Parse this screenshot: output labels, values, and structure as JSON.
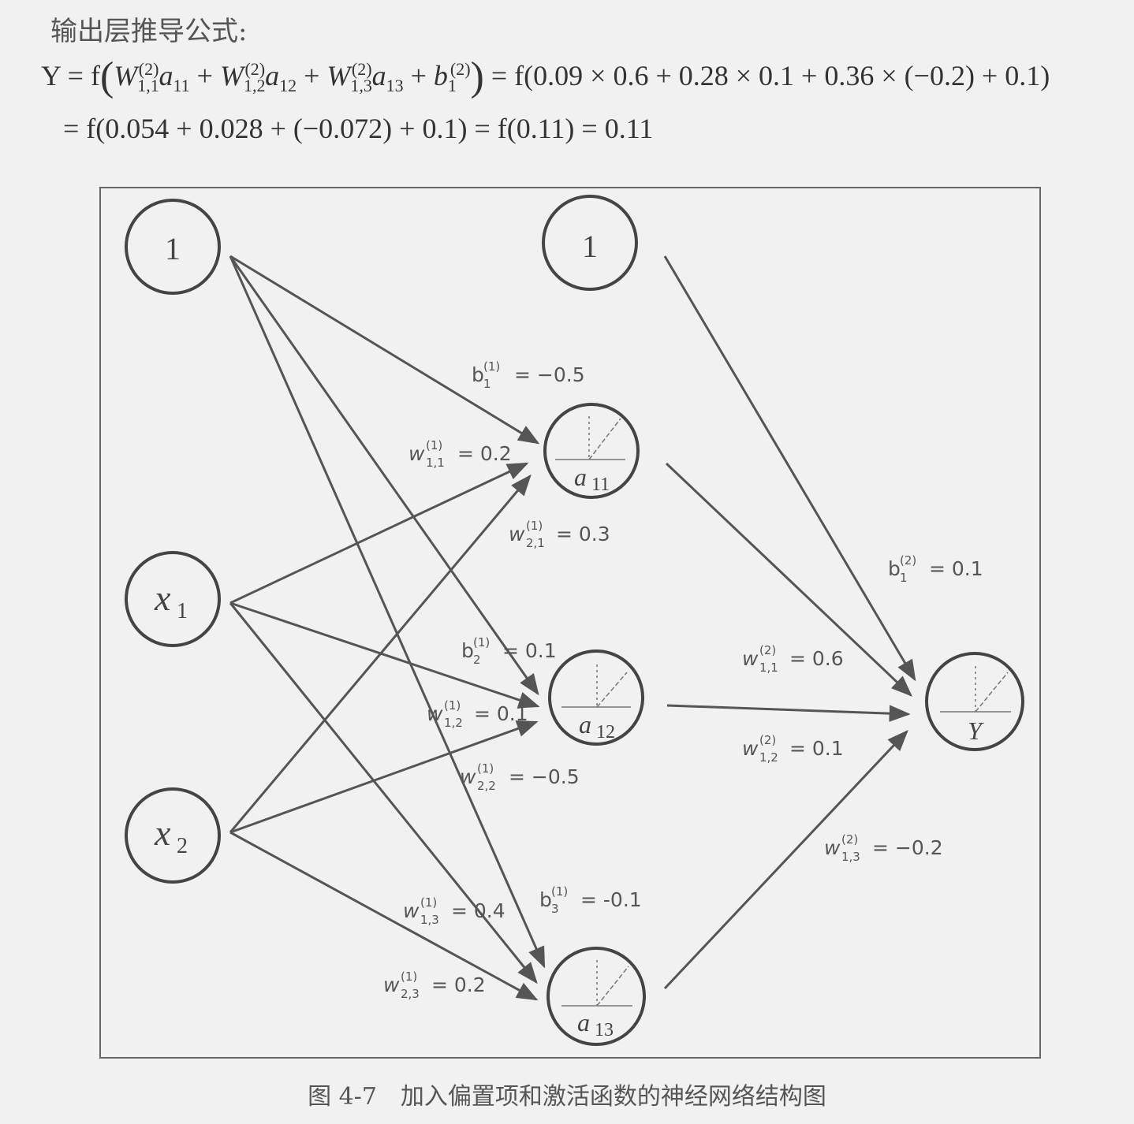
{
  "heading": "输出层推导公式:",
  "formula": {
    "line1_lhs": "Y = f",
    "line1_rhs": "= f(0.09 × 0.6 + 0.28 × 0.1 + 0.36 × (−0.2) + 0.1)",
    "line2": "= f(0.054 + 0.028 + (−0.072) + 0.1) = f(0.11) = 0.11"
  },
  "nodes": {
    "input_bias": "1",
    "x1_main": "x",
    "x1_sub": "1",
    "x2_main": "x",
    "x2_sub": "2",
    "hidden_bias": "1",
    "a11_main": "a",
    "a11_sub": "11",
    "a12_main": "a",
    "a12_sub": "12",
    "a13_main": "a",
    "a13_sub": "13",
    "output": "Y"
  },
  "labels": {
    "b1_1": {
      "base": "b",
      "sub": "1",
      "sup": "(1)",
      "value": "= −0.5"
    },
    "w11_1": {
      "base": "w",
      "sub": "1,1",
      "sup": "(1)",
      "value": "= 0.2"
    },
    "w21_1": {
      "base": "w",
      "sub": "2,1",
      "sup": "(1)",
      "value": "= 0.3"
    },
    "b2_1": {
      "base": "b",
      "sub": "2",
      "sup": "(1)",
      "value": "= 0.1"
    },
    "w12_1": {
      "base": "w",
      "sub": "1,2",
      "sup": "(1)",
      "value": "= 0.1"
    },
    "w22_1": {
      "base": "w",
      "sub": "2,2",
      "sup": "(1)",
      "value": "= −0.5"
    },
    "w13_1": {
      "base": "w",
      "sub": "1,3",
      "sup": "(1)",
      "value": "= 0.4"
    },
    "b3_1": {
      "base": "b",
      "sub": "3",
      "sup": "(1)",
      "value": "= -0.1"
    },
    "w23_1": {
      "base": "w",
      "sub": "2,3",
      "sup": "(1)",
      "value": "= 0.2"
    },
    "b1_2": {
      "base": "b",
      "sub": "1",
      "sup": "(2)",
      "value": "= 0.1"
    },
    "w11_2": {
      "base": "w",
      "sub": "1,1",
      "sup": "(2)",
      "value": "= 0.6"
    },
    "w12_2": {
      "base": "w",
      "sub": "1,2",
      "sup": "(2)",
      "value": "= 0.1"
    },
    "w13_2": {
      "base": "w",
      "sub": "1,3",
      "sup": "(2)",
      "value": "= −0.2"
    }
  },
  "caption": "图 4-7　加入偏置项和激活函数的神经网络结构图",
  "colors": {
    "background": "#f1f1f1",
    "stroke": "#444444",
    "text": "#555555"
  }
}
